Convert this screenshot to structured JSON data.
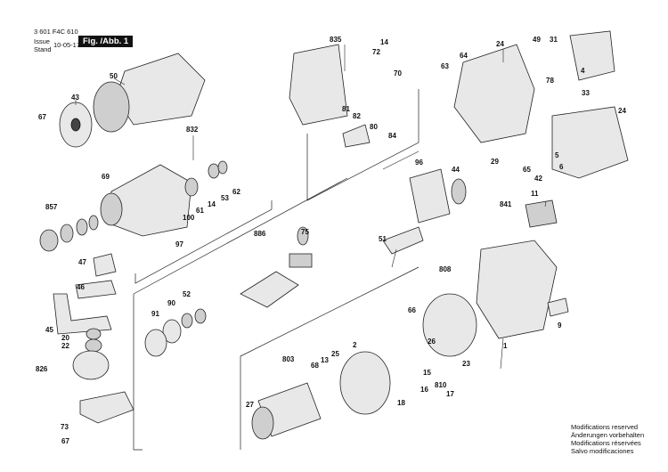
{
  "header": {
    "part_number": "3 601 F4C 610",
    "issue_label": "Issue",
    "stand_label": "Stand",
    "date": "10-05-17",
    "fig_label": "Fig. /Abb. 1"
  },
  "labels": [
    "835",
    "14",
    "72",
    "70",
    "24",
    "64",
    "63",
    "49",
    "31",
    "4",
    "50",
    "43",
    "78",
    "33",
    "67",
    "81",
    "82",
    "80",
    "84",
    "24",
    "832",
    "29",
    "65",
    "42",
    "5",
    "6",
    "69",
    "96",
    "44",
    "857",
    "100",
    "61",
    "14",
    "53",
    "62",
    "841",
    "11",
    "886",
    "75",
    "97",
    "808",
    "47",
    "51",
    "46",
    "52",
    "9",
    "90",
    "91",
    "45",
    "20",
    "22",
    "66",
    "1",
    "826",
    "803",
    "68",
    "13",
    "25",
    "2",
    "26",
    "23",
    "15",
    "810",
    "16",
    "17",
    "18",
    "27",
    "73",
    "67"
  ],
  "footer": {
    "lines": [
      "Modifications reserved",
      "Änderungen vorbehalten",
      "Modifications réservées",
      "Salvo modificaciones"
    ]
  }
}
